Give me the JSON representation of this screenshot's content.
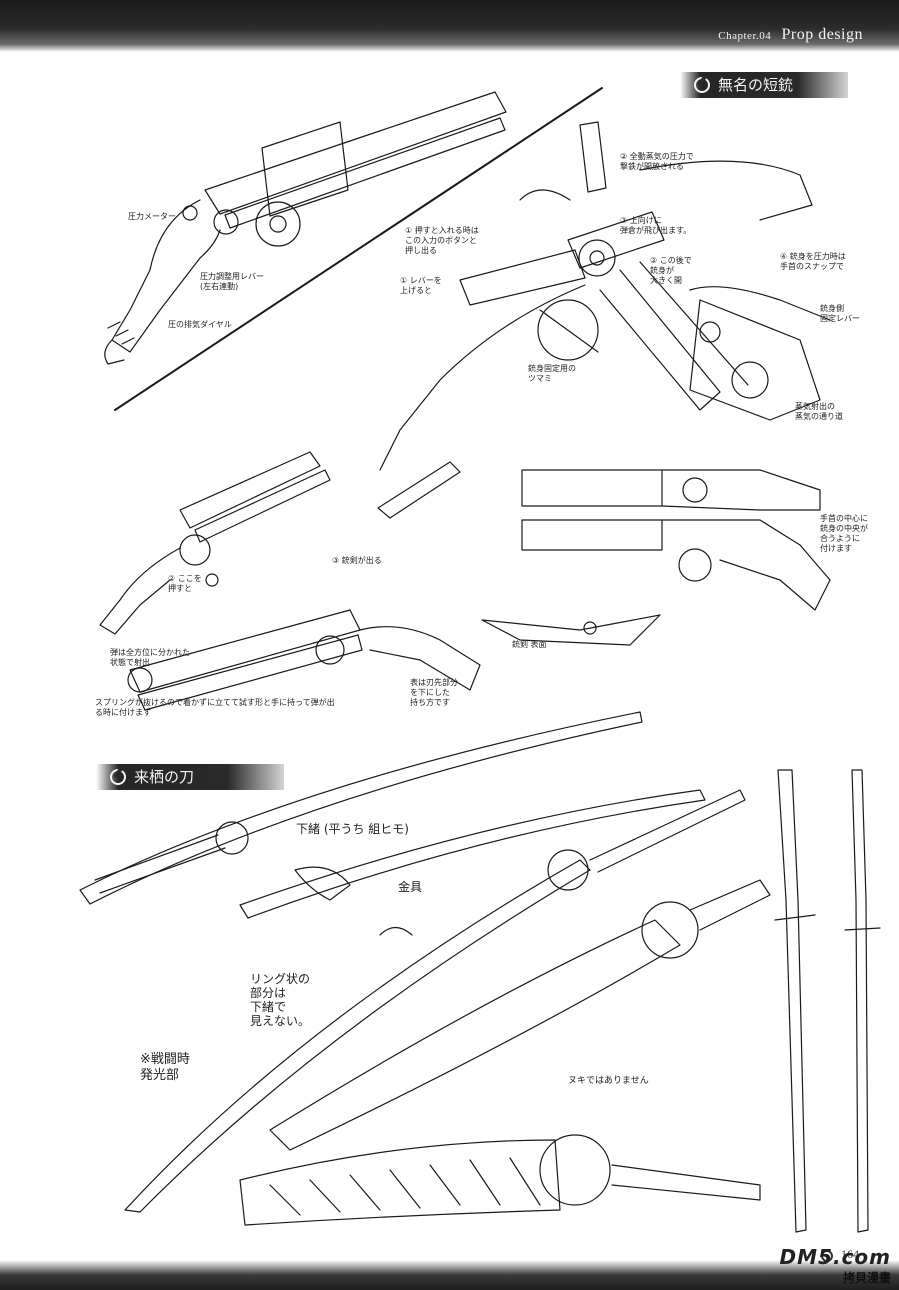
{
  "header": {
    "chapter_label": "Chapter.04",
    "section_label": "Prop design"
  },
  "sections": {
    "gun_title": "無名の短銃",
    "sword_title": "来栖の刀"
  },
  "gun_notes": {
    "pressure_meter": "圧力メーター",
    "lever": "圧力調整用レバー\n(左右連動)",
    "exhaust": "圧の排気ダイヤル",
    "n2_open": "② 全動蒸気の圧力で\n撃鉄が開放される",
    "n3_top": "③ 上向けに\n弾倉が飛び出ます。",
    "n4_barrel": "④ 銃身を圧力時は\n手首のスナップで",
    "n1_press": "① 押すと入れる時は\nこの入力のボタンと\n押し出る",
    "n1_lever": "① レバーを\n上げると",
    "n2_open2": "② この後で\n銃身が\n大きく開",
    "lock_thumb": "銃身固定用の\nツマミ",
    "barrel_fix": "銃身側\n固定レバー",
    "steam_path": "蒸気射出の\n蒸気の通り道",
    "n3_blade": "③ 銃剣が出る",
    "n2_here": "② ここを\n押すと",
    "grip_note": "手首の中心に\n銃身の中央が\n合うように\n付けます",
    "bayonet": "銃剣 表面",
    "barrel_note": "弾は全方位に分かれた\n状態で射出",
    "spring_note": "スプリングが抜けるので着かずに立てて試す形と手に持って弾が出る時に付けます",
    "blade_bottom": "表は刃先部分\nを下にした\n持ち方です"
  },
  "sword_notes": {
    "sageo": "下緒 (平うち 組ヒモ)",
    "kanagu": "金具",
    "ring": "リング状の\n部分は\n下緒で\n見えない。",
    "battle": "※戦闘時\n発光部",
    "no_nuki": "ヌキではありません"
  },
  "footer": {
    "page_number": "164",
    "watermark_brand": "DM5.com",
    "watermark_text": "拷貝漫畫"
  }
}
